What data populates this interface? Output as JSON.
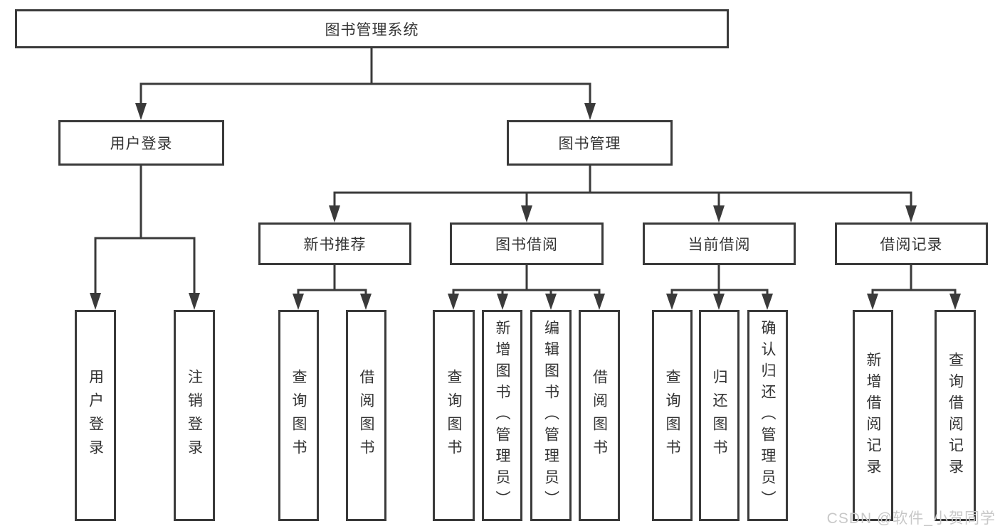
{
  "diagram": {
    "type": "hierarchy",
    "root": {
      "label": "图书管理系统"
    },
    "level2": [
      {
        "label": "用户登录",
        "parent": "图书管理系统"
      },
      {
        "label": "图书管理",
        "parent": "图书管理系统"
      }
    ],
    "level3": [
      {
        "label": "新书推荐",
        "parent": "图书管理"
      },
      {
        "label": "图书借阅",
        "parent": "图书管理"
      },
      {
        "label": "当前借阅",
        "parent": "图书管理"
      },
      {
        "label": "借阅记录",
        "parent": "图书管理"
      }
    ],
    "leaves": [
      {
        "label": "用户登录",
        "parent": "用户登录"
      },
      {
        "label": "注销登录",
        "parent": "用户登录"
      },
      {
        "label": "查询图书",
        "parent": "新书推荐"
      },
      {
        "label": "借阅图书",
        "parent": "新书推荐"
      },
      {
        "label": "查询图书",
        "parent": "图书借阅"
      },
      {
        "label": "新增图书（管理员）",
        "parent": "图书借阅"
      },
      {
        "label": "编辑图书（管理员）",
        "parent": "图书借阅"
      },
      {
        "label": "借阅图书",
        "parent": "图书借阅"
      },
      {
        "label": "查询图书",
        "parent": "当前借阅"
      },
      {
        "label": "归还图书",
        "parent": "当前借阅"
      },
      {
        "label": "确认归还（管理员）",
        "parent": "当前借阅"
      },
      {
        "label": "新增借阅记录",
        "parent": "借阅记录"
      },
      {
        "label": "查询借阅记录",
        "parent": "借阅记录"
      }
    ]
  },
  "watermark": {
    "text": "CSDN @软件_小贺同学"
  },
  "colors": {
    "line": "#3a3a3a",
    "text": "#333333",
    "watermark": "#c8c8c8",
    "background": "#ffffff"
  }
}
